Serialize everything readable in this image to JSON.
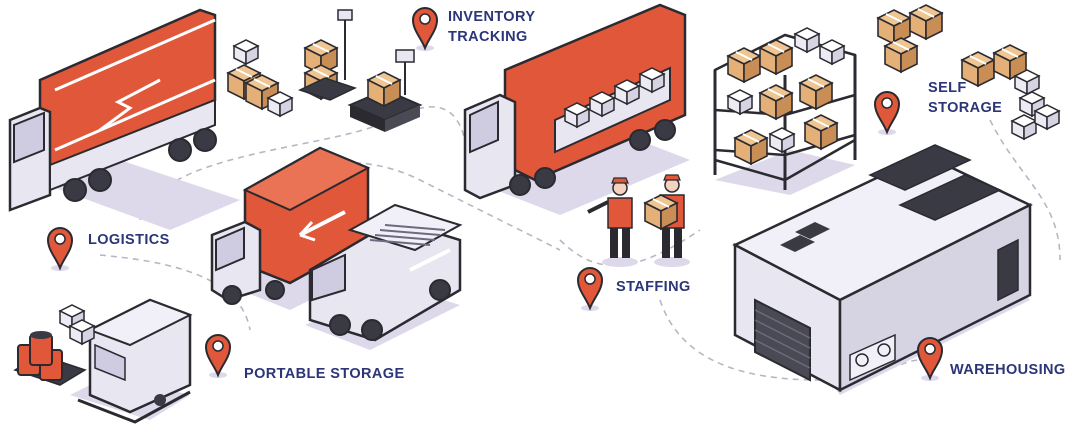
{
  "labels": {
    "inventory_line1": "INVENTORY",
    "inventory_line2": "TRACKING",
    "self_line1": "SELF",
    "self_line2": "STORAGE",
    "logistics": "LOGISTICS",
    "staffing": "STAFFING",
    "portable_storage": "PORTABLE STORAGE",
    "warehousing": "WAREHOUSING"
  },
  "icons": [
    "map-pin-icon",
    "truck-icon",
    "van-icon",
    "box-icon",
    "shelf-icon",
    "warehouse-icon",
    "generator-icon",
    "scale-icon",
    "worker-icon"
  ],
  "colors": {
    "accent": "#e0573a",
    "label": "#2b3578",
    "outline": "#2a2a30",
    "body": "#e8e6f1",
    "shadow": "#ddd8ea",
    "box": "#e4b078"
  }
}
